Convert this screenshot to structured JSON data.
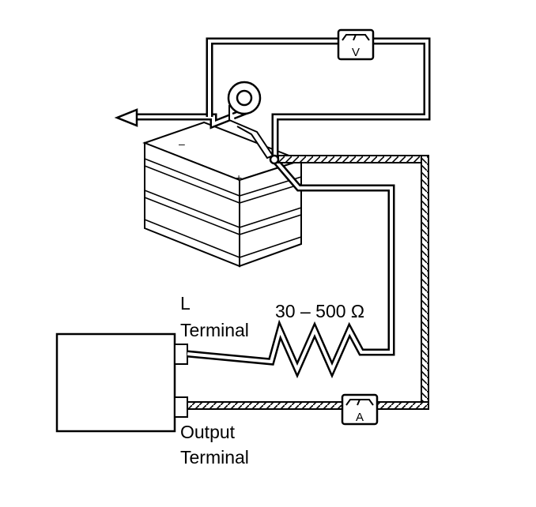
{
  "diagram": {
    "resistor_label": "30 – 500 Ω",
    "l_terminal": {
      "line1": "L",
      "line2": "Terminal"
    },
    "output_terminal": {
      "line1": "Output",
      "line2": "Terminal"
    },
    "voltmeter_letter": "V",
    "ammeter_letter": "A",
    "battery_negative_mark": "–",
    "battery_positive_mark": "+"
  },
  "icons": {
    "voltmeter": "voltmeter-icon",
    "ammeter": "ammeter-icon",
    "ground": "ground-arrow-icon"
  }
}
